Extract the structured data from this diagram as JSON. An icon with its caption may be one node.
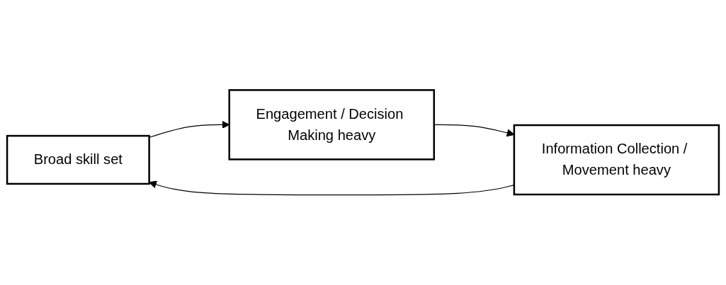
{
  "diagram": {
    "nodes": [
      {
        "text": [
          "Broad skill set"
        ]
      },
      {
        "text": [
          "Engagement / Decision Making heavy"
        ]
      },
      {
        "text": [
          "Information Collection / Movement heavy"
        ]
      }
    ],
    "edges": [
      {
        "from": 0,
        "to": 1,
        "arrow": "to"
      },
      {
        "from": 1,
        "to": 2,
        "arrow": "to"
      },
      {
        "from": 2,
        "to": 0,
        "arrow": "to"
      }
    ]
  }
}
